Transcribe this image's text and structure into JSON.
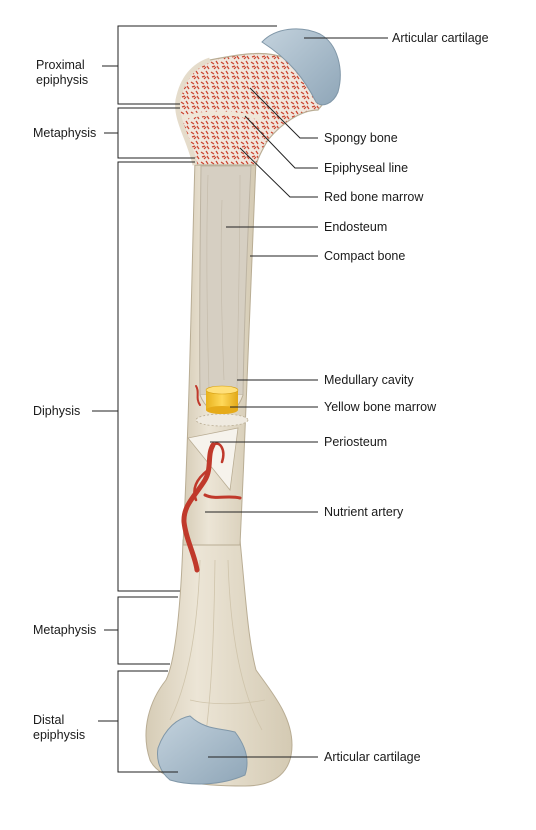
{
  "left_labels": {
    "proximal_epiphysis_line1": "Proximal",
    "proximal_epiphysis_line2": "epiphysis",
    "metaphysis_top": "Metaphysis",
    "diaphysis": "Diphysis",
    "metaphysis_bottom": "Metaphysis",
    "distal_epiphysis_line1": "Distal",
    "distal_epiphysis_line2": "epiphysis"
  },
  "right_labels": {
    "articular_cartilage_top": "Articular cartilage",
    "spongy_bone": "Spongy bone",
    "epiphyseal_line": "Epiphyseal line",
    "red_bone_marrow": "Red bone marrow",
    "endosteum": "Endosteum",
    "compact_bone": "Compact bone",
    "medullary_cavity": "Medullary cavity",
    "yellow_bone_marrow": "Yellow bone marrow",
    "periosteum": "Periosteum",
    "nutrient_artery": "Nutrient artery",
    "articular_cartilage_bottom": "Articular cartilage"
  },
  "colors": {
    "bone": "#e8e0cf",
    "bone_shadow": "#d9cfb9",
    "cavity": "#d8d2c6",
    "cartilage": "#a9bccb",
    "spongy": "#c9412c",
    "marrow_yellow": "#f2c230",
    "artery": "#c0392b"
  }
}
